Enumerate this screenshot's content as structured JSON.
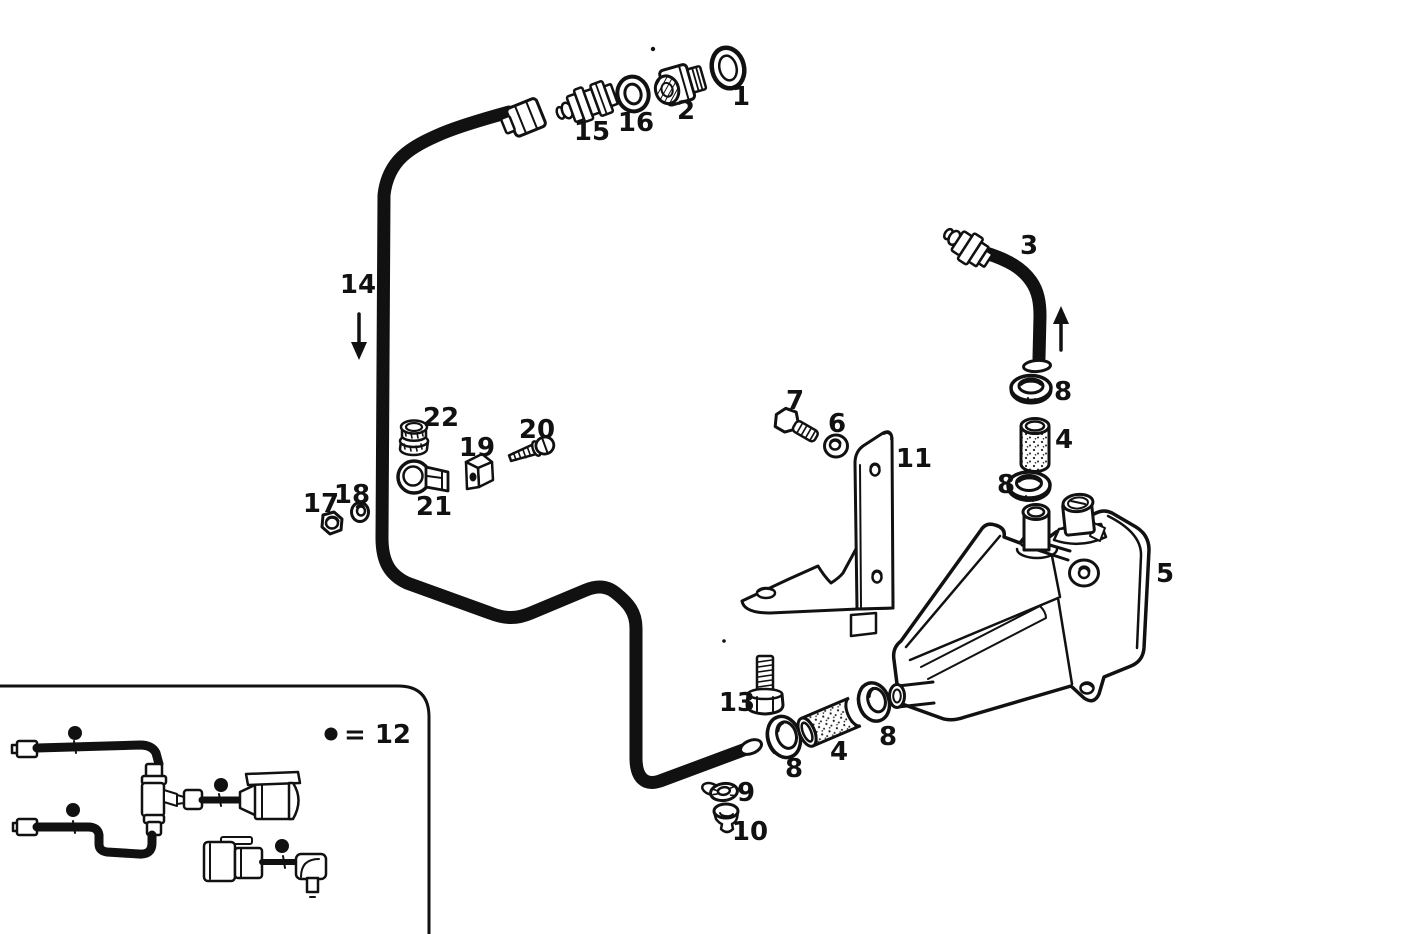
{
  "diagram": {
    "background_color": "#ffffff",
    "line_color": "#111111",
    "callouts": [
      {
        "id": "c1",
        "text": "1"
      },
      {
        "id": "c2",
        "text": "2"
      },
      {
        "id": "c16",
        "text": "16"
      },
      {
        "id": "c15",
        "text": "15"
      },
      {
        "id": "c14",
        "text": "14"
      },
      {
        "id": "c3",
        "text": "3"
      },
      {
        "id": "c8a",
        "text": "8"
      },
      {
        "id": "c4a",
        "text": "4"
      },
      {
        "id": "c8b",
        "text": "8"
      },
      {
        "id": "c5",
        "text": "5"
      },
      {
        "id": "c11",
        "text": "11"
      },
      {
        "id": "c7",
        "text": "7"
      },
      {
        "id": "c6",
        "text": "6"
      },
      {
        "id": "c22",
        "text": "22"
      },
      {
        "id": "c20",
        "text": "20"
      },
      {
        "id": "c19",
        "text": "19"
      },
      {
        "id": "c21",
        "text": "21"
      },
      {
        "id": "c17",
        "text": "17"
      },
      {
        "id": "c18",
        "text": "18"
      },
      {
        "id": "c13",
        "text": "13"
      },
      {
        "id": "c8c",
        "text": "8"
      },
      {
        "id": "c4b",
        "text": "4"
      },
      {
        "id": "c8d",
        "text": "8"
      },
      {
        "id": "c9",
        "text": "9"
      },
      {
        "id": "c10",
        "text": "10"
      }
    ],
    "inset": {
      "legend_symbol": "●",
      "legend_text": "= 12",
      "legend_value": "12"
    }
  }
}
